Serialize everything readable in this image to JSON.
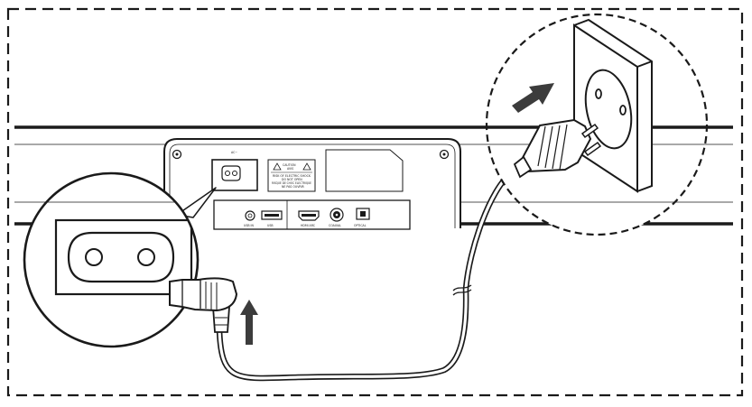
{
  "panel": {
    "ac_label": "AC~",
    "caution_title": "CAUTION",
    "caution_sub": "AVIS",
    "caution_line1": "RISK OF ELECTRIC SHOCK",
    "caution_line2": "DO NOT OPEN",
    "caution_line3": "RISQUE DE CHOC ELECTRIQUE",
    "caution_line4": "NE PAS OUVRIR",
    "ports": [
      {
        "label": "USB IN"
      },
      {
        "label": "USB"
      },
      {
        "label": "HDMI ARC"
      },
      {
        "label": "COAXIAL"
      },
      {
        "label": "OPTICAL"
      }
    ]
  },
  "colors": {
    "line": "#1a1a1a",
    "arrow": "#3c3c3c",
    "background": "#ffffff"
  },
  "icons": [
    "power-cord-icon",
    "wall-socket-icon",
    "ac-inlet-icon",
    "insert-arrow-icon"
  ]
}
